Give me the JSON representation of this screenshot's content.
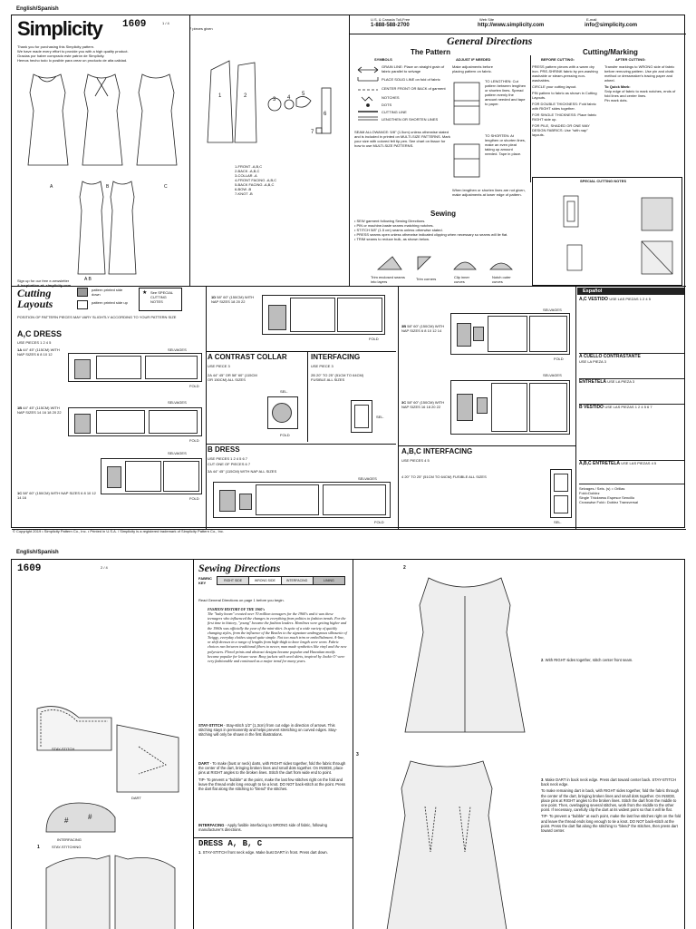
{
  "page1": {
    "lang": "English/Spanish",
    "logo": "Simplicity",
    "pattern_no": "1609",
    "page": "1 / 4",
    "intro": [
      "Thank you for purchasing this Simplicity pattern.",
      "We have made every effort to provide you with a high quality product.",
      "Gracias por haber comprado este patrón de Simplicity.",
      "Hemos hecho todo lo posible para crear un producto de alta calidad."
    ],
    "pieces_given": "7 pieces given",
    "view_labels": [
      "A",
      "B",
      "C"
    ],
    "view_a_b": "A    B",
    "signup": [
      "Sign up for our free e-newsletter",
      "& inspiration at: simplicity.com"
    ],
    "pieces_list": [
      "1-FRONT -A,B,C",
      "2-BACK -A,B,C",
      "3-COLLAR -A",
      "4-FRONT FACING -A,B,C",
      "5-BACK FACING -A,B,C",
      "6-BOW -B",
      "7-KNOT -B"
    ],
    "contact": {
      "toll_free_label": "U.S. & Canada Toll-Free",
      "phone": "1-888-588-2700",
      "web_label": "Web Site",
      "web": "http://www.simplicity.com",
      "email_label": "E-mail",
      "email": "info@simplicity.com"
    },
    "general_title": "General Directions",
    "the_pattern": "The Pattern",
    "symbols_h": "SYMBOLS",
    "adjust_h": "ADJUST IF NEEDED",
    "symbols": [
      "GRAIN LINE: Place on straight grain of fabric parallel to selvage",
      "PLACE SOLID LINE on fold of fabric",
      "CENTER FRONT OR BACK of garment",
      "NOTCHES",
      "DOTS",
      "CUTTING LINE",
      "LENGTHEN OR SHORTEN LINES"
    ],
    "adjust_text": "Make adjustments before placing pattern on fabric.",
    "lengthen": "TO LENGTHEN: Cut pattern between lengthen or shorten lines. Spread pattern evenly the amount needed and tape to paper.",
    "shorten": "TO SHORTEN: At lengthen or shorten lines, make an even pleat taking up amount needed. Tape in place.",
    "lengthen_note": "When lengthen or shorten lines are not given, make adjustments at lower edge of pattern.",
    "seam_allowance": "SEAM ALLOWANCE: 5/8\" (1.5cm) unless otherwise stated and is included in printed on MULTI-SIZE PATTERNS. Mark your size with colored felt tip pen. See chart on tissue for how to use MULTI-SIZE PATTERNS.",
    "sewing_h": "Sewing",
    "sewing_items": [
      "SEW garment following Sewing Directions.",
      "PIN or machine-baste seams matching notches.",
      "STITCH 5/8\" (1.5 cm) seams unless otherwise stated.",
      "PRESS seams open unless otherwise indicated clipping when necessary so seams will lie flat.",
      "TRIM seams to reduce bulk, as shown below."
    ],
    "trim_labels": [
      "Trim enclosed seams into layers",
      "Trim corners",
      "Clip inner curves",
      "Notch outer curves"
    ],
    "cutting_h": "Cutting/Marking",
    "before_h": "BEFORE CUTTING:",
    "after_h": "AFTER CUTTING:",
    "before_text": [
      "PRESS pattern pieces with a warm dry iron. PRE-SHRINK fabric by pre-washing washable or steam-pressing non-washables.",
      "CIRCLE your cutting layout.",
      "PIN pattern to fabric as shown in Cutting Layouts.",
      "FOR DOUBLE THICKNESS: Fold fabric with RIGHT sides together.",
      "FOR SINGLE THICKNESS: Place fabric RIGHT side up.",
      "FOR PILE, SHADED OR ONE WAY DESIGN FABRICS: Use \"with nap\" layouts."
    ],
    "after_text": [
      "Transfer markings to WRONG side of fabric before removing pattern. Use pin and chalk method or dressmaker's tracing paper and wheel.",
      "To Quick Mark:",
      "Snip edge of fabric to mark notches, ends of fold lines and center lines.",
      "Pin mark dots."
    ],
    "special_notes_h": "SPECIAL CUTTING NOTES",
    "cutting_layouts_h": "Cutting Layouts",
    "legend": [
      "pattern printed side down",
      "pattern printed side up",
      "See SPECIAL CUTTING NOTES"
    ],
    "position_note": "POSITION OF PATTERN PIECES MAY VARY SLIGHTLY ACCORDING TO YOUR PATTERN SIZE",
    "acdress_h": "A,C DRESS",
    "use_pieces_1": "USE PIECES 1 2 4 5",
    "layouts": [
      {
        "id": "1A",
        "text": "44\" 45\" (115CM) WITH NAP SIZES 6 8 10 12"
      },
      {
        "id": "1B",
        "text": "44\" 45\" (115CM) WITH NAP SIZES 14 16 18 20 22"
      },
      {
        "id": "1C",
        "text": "58\" 60\" (150CM) WITH NAP SIZES 6 8 10 12 14 16"
      },
      {
        "id": "1D",
        "text": "58\" 60\" (150CM) WITH NAP SIZES 18 20 22"
      },
      {
        "id": "3B",
        "text": "58\" 60\" (150CM) WITH NAP SIZES 6 8 10 12 14"
      },
      {
        "id": "3C",
        "text": "58\" 60\" (150CM) WITH NAP SIZES 16 18 20 22"
      }
    ],
    "selvages": "SELVAGES",
    "fold": "FOLD",
    "contrast_collar_h": "A CONTRAST COLLAR",
    "use_piece_3": "USE PIECE 3",
    "collar_layout": "2A 44\" 45\" OR 58\" 60\" (115CM OR 150CM) ALL SIZES",
    "interfacing_h": "INTERFACING",
    "interfacing_layout": "2B 20\" TO 25\" (51CM TO 64CM) FUSIBLE ALL SIZES",
    "sel": "SEL.",
    "bdress_h": "B DRESS",
    "bdress_pieces": "USE PIECES 1 2 4 5 6 7",
    "bdress_cut": "CUT ONE OF PIECES 6 7",
    "bdress_layout": "3A 44\" 45\" (115CM) WITH NAP ALL SIZES",
    "abc_int_h": "A,B,C INTERFACING",
    "abc_int_pieces": "USE PIECES 4 5",
    "abc_int_layout": "4 20\" TO 25\" (51CM TO 64CM) FUSIBLE ALL SIZES",
    "espanol": "Español",
    "es_sections": [
      {
        "h": "A,C VESTIDO",
        "sub": "USE LAS PIEZAS 1 2 4 5"
      },
      {
        "h": "A CUELLO CONTRASTANTE",
        "sub": "USE LA PIEZA 3"
      },
      {
        "h": "ENTRETELA",
        "sub": "USE LA PIEZA 3"
      },
      {
        "h": "B VESTIDO",
        "sub": "USE LAS PIEZAS 1 2 4 5 6 7"
      },
      {
        "h": "A,B,C ENTRETELA",
        "sub": "USE LAS PIEZAS 4 5"
      }
    ],
    "es_footer": [
      "Selvages / Sels. (s) = Orillas",
      "Fold=Doblez",
      "Single Thickness Espesor Sencillo",
      "Crosswise Fold= Doblez Transversal"
    ],
    "copyright": "© Copyright 2019 • Simplicity Pattern Co., Inc. • Printed in U.S.A. / Simplicity is a registered trademark of Simplicity Pattern Co., Inc."
  },
  "page2": {
    "lang": "English/Spanish",
    "pattern_no": "1609",
    "page": "2 / 4",
    "title": "Sewing Directions",
    "fabric_key_label": "FABRIC KEY",
    "fabric_key": [
      "RIGHT SIDE",
      "WRONG SIDE",
      "INTERFACING",
      "LINING"
    ],
    "read_first": "Read General Directions on page 1 before you begin.",
    "fashion_h": "FASHION HISTORY OF THE 1960's",
    "fashion_text": "The \"baby boom\" created over 70 million teenagers for the 1960's and it was these teenagers who influenced the changes in everything from politics to fashion trends. For the first time in history, \"young\" became the fashion leaders. Hemlines were getting higher and the 1960s was officially the year of the mini-skirt. In spite of a wide variety of quickly changing styles, from the influence of the Beatles to the signature androgynous silhouette of Twiggy, everyday clothes stayed quite simple. Not too much trim or embellishment. A-line, or shift dresses in a range of lengths from high-thigh to knee length were worn. Fabric choices ran between traditional fibers to newer, man made synthetics like vinyl and the new polyesters. Floral prints and abstract designs became popular and Hawaiian motifs became popular for leisure wear. Boxy jackets with wool skirts, inspired by Jackie O' were very fashionable and continued as a major trend for many years.",
    "fig_labels": [
      "STAY-STITCH",
      "DART",
      "INTERFACING",
      "STAY-STITCHING"
    ],
    "staystitch_h": "STAY-STITCH",
    "staystitch_text": "- Stay-stitch 1/2\" (1.3cm) from cut edge in direction of arrows. This stitching stays in permanently and helps prevent stretching on curved edges. Stay-stitching will only be shown in the first illustrations.",
    "dart_h": "DART",
    "dart_text": "- To make (bust or neck) darts, with RIGHT sides together, fold the fabric through the center of the dart, bringing broken lines and small dots together. On INSIDE, place pins at RIGHT angles to the broken lines. Stitch the dart from wide end to point.",
    "tip_text": "TIP- To prevent a \"bubble\" at the point, make the last few stitches right on the fold and leave the thread ends long enough to tie a knot. DO NOT back-stitch at the point. Press the dart flat along the stitching to \"blend\" the stitches.",
    "interfacing_h": "INTERFACING",
    "interfacing_text": "- Apply fusible interfacing to WRONG side of fabric, following manufacturer's directions.",
    "dress_h": "DRESS A, B, C",
    "step1": "STAY-STITCH front neck edge. Make bust DART in front. Press dart down.",
    "step2": "With RIGHT sides together, stitch center front seam.",
    "step3": "Make DART in back neck edge. Press dart toward center back. STAY-STITCH back neck edge.",
    "step3_more": "To make remaining dart in back, with RIGHT sides together, fold the fabric through the center of the dart, bringing broken lines and small dots together. On INSIDE, place pins at RIGHT angles to the broken lines. Stitch the dart from the middle to one point. Then, overlapping several stitches, work from the middle to the other point. If necessary, carefully clip the dart at its widest point so that it will lie flat.",
    "step3_tip": "TIP- To prevent a \"bubble\" at each point, make the last few stitches right on the fold and leave the thread ends long enough to tie a knot. DO NOT back-stitch at the point. Press the dart flat along the stitching to \"blend\" the stitches, then press dart toward center.",
    "nums": [
      "1",
      "2",
      "3"
    ]
  }
}
